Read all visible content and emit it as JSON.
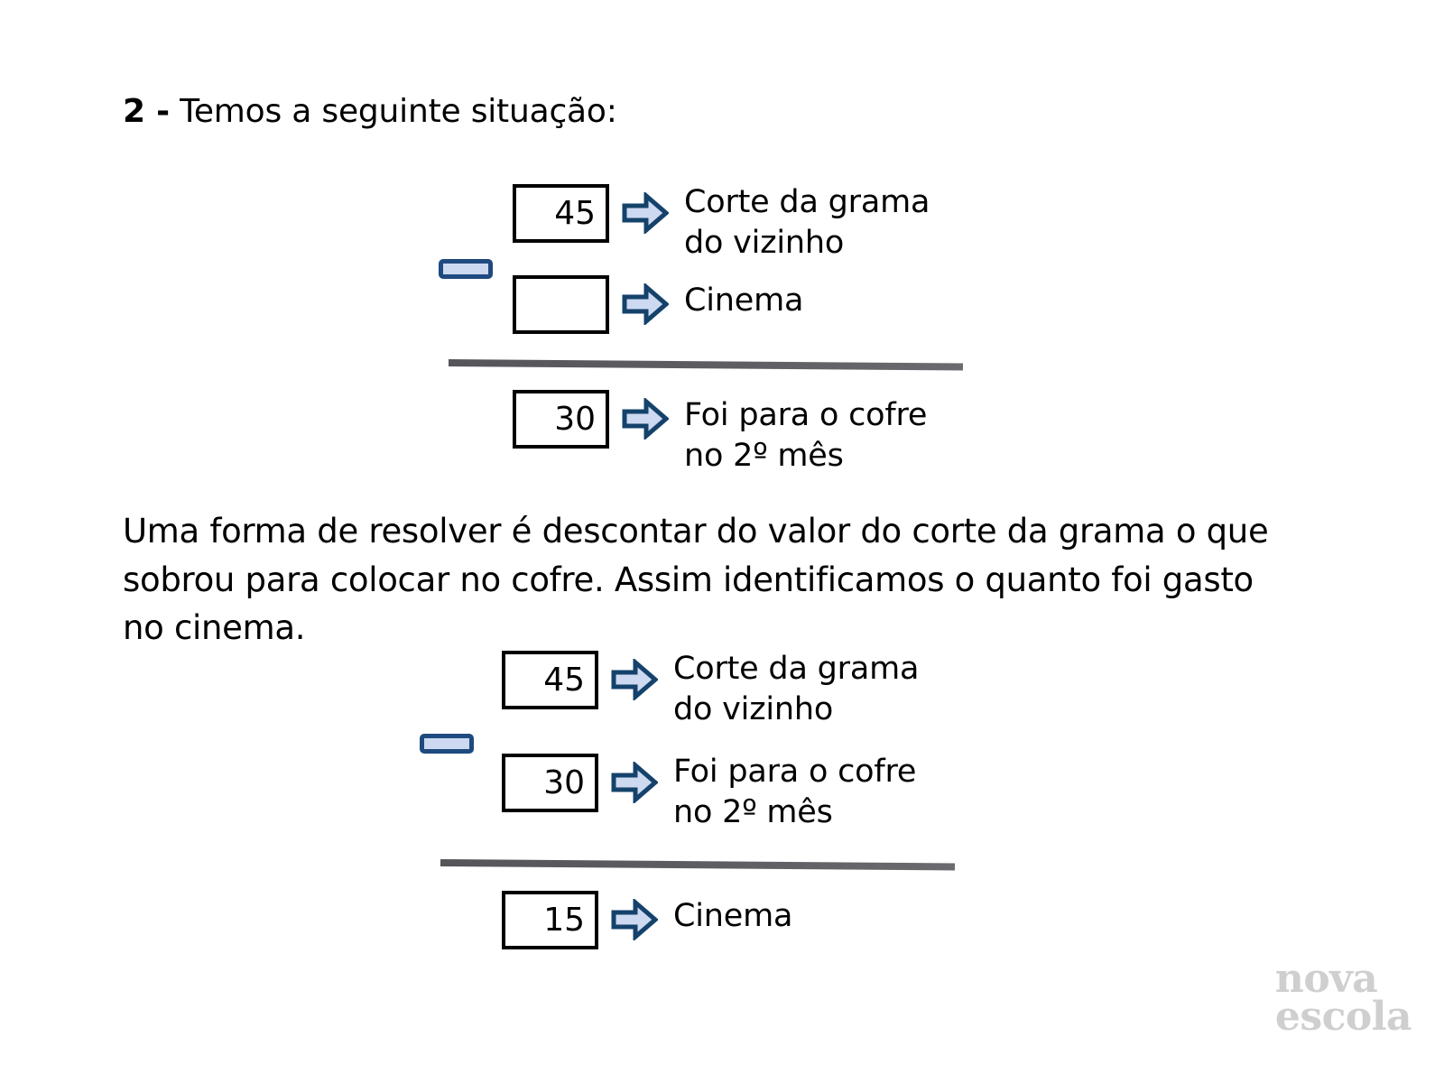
{
  "slide": {
    "question_number": "2 -",
    "question_text": " Temos a seguinte situação:",
    "explanation": "Uma forma de resolver é descontar do valor do corte da grama o que sobrou para colocar no cofre. Assim identificamos o quanto foi gasto no cinema."
  },
  "colors": {
    "arrow_fill": "#CDD9F0",
    "arrow_stroke": "#14426B",
    "minus_fill": "#CDD9F0",
    "minus_stroke": "#1F4A80",
    "box_stroke": "#000000",
    "divider": "#5A5A5E",
    "logo": "#CFCFCF",
    "text": "#000000"
  },
  "operation_one": {
    "operator_name": "minus-operator",
    "operands": [
      {
        "value": "45",
        "label": "Corte da grama\ndo vizinho",
        "arrow_icon": "arrow-right-icon"
      },
      {
        "value": "",
        "label": "Cinema",
        "arrow_icon": "arrow-right-icon"
      }
    ],
    "result": {
      "value": "30",
      "label": "Foi para o cofre\nno 2º mês",
      "arrow_icon": "arrow-right-icon"
    }
  },
  "operation_two": {
    "operator_name": "minus-operator",
    "operands": [
      {
        "value": "45",
        "label": "Corte da grama\ndo vizinho",
        "arrow_icon": "arrow-right-icon"
      },
      {
        "value": "30",
        "label": "Foi para o cofre\nno 2º mês",
        "arrow_icon": "arrow-right-icon"
      }
    ],
    "result": {
      "value": "15",
      "label": "Cinema",
      "arrow_icon": "arrow-right-icon"
    }
  },
  "logo": {
    "line1": "nova",
    "line2": "escola"
  }
}
